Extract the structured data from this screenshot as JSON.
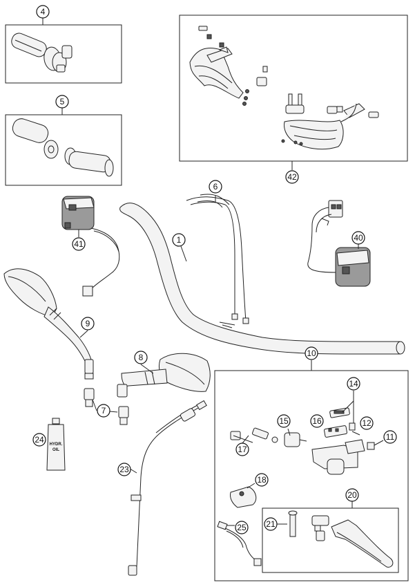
{
  "callouts": {
    "c1": "1",
    "c4": "4",
    "c5": "5",
    "c6": "6",
    "c7": "7",
    "c8": "8",
    "c9": "9",
    "c10": "10",
    "c11": "11",
    "c12": "12",
    "c14": "14",
    "c15": "15",
    "c16": "16",
    "c17": "17",
    "c18": "18",
    "c20": "20",
    "c21": "21",
    "c23": "23",
    "c24": "24",
    "c25": "25",
    "c40": "40",
    "c41": "41",
    "c42": "42"
  },
  "oil_bottle_label": [
    "HYDR.",
    "OIL"
  ]
}
